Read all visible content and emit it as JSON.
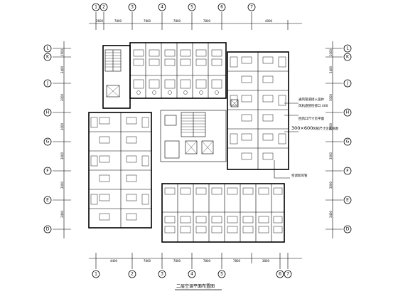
{
  "grid_axes": {
    "top": [
      "1",
      "2",
      "3",
      "4",
      "5",
      "6",
      "7"
    ],
    "bottom": [
      "1",
      "2",
      "3",
      "4",
      "5",
      "6",
      "7"
    ],
    "left": [
      "L",
      "K",
      "J",
      "H",
      "G",
      "F",
      "E",
      "D"
    ],
    "right": [
      "L",
      "K",
      "J",
      "H",
      "G",
      "F",
      "E",
      "D"
    ]
  },
  "dimensions": {
    "top": [
      "3600",
      "7800",
      "7800",
      "7800",
      "7800",
      "4000"
    ],
    "bottom": [
      "4400",
      "7800",
      "7800",
      "7800",
      "7800",
      "3800"
    ],
    "left": [
      "1500",
      "3400",
      "3000",
      "3000",
      "3000",
      "3000",
      "3400"
    ],
    "right": [
      "1000",
      "3400",
      "3000",
      "3000",
      "3000",
      "3000",
      "3400"
    ]
  },
  "annotations": {
    "equipment_pipe": "通风管道接入竖井",
    "equipment_shaft": "风机盘管检修口 400",
    "riser_label": "回风口尺寸见平面",
    "duct_size": "300×600",
    "duct_note": "风管尺寸见系统图",
    "corridor_note": "空调新风管"
  },
  "drawing_title": "二层空调平面布置图"
}
